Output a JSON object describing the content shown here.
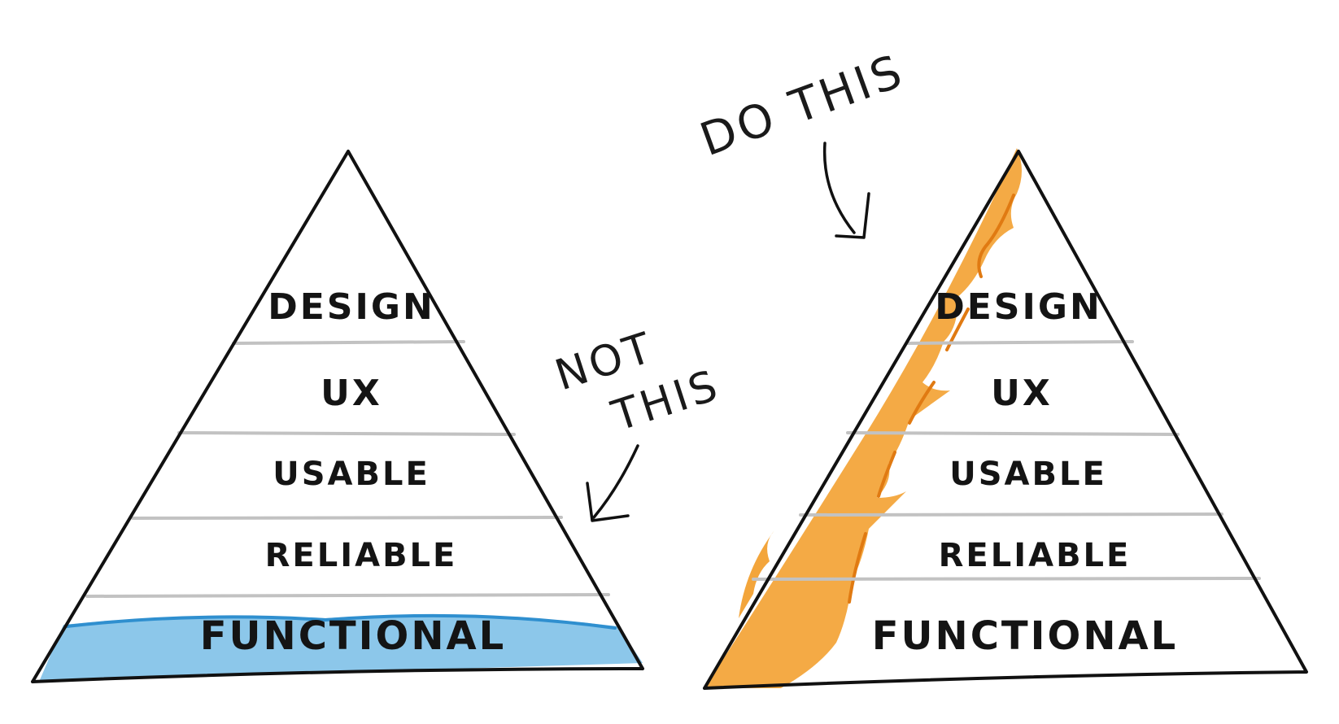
{
  "pyramids": [
    {
      "key": "left",
      "layers": [
        "DESIGN",
        "UX",
        "USABLE",
        "RELIABLE",
        "FUNCTIONAL"
      ]
    },
    {
      "key": "right",
      "layers": [
        "DESIGN",
        "UX",
        "USABLE",
        "RELIABLE",
        "FUNCTIONAL"
      ]
    }
  ],
  "annotations": {
    "not_this_line1": "NOT",
    "not_this_line2": "THIS",
    "do_this": "DO THIS"
  },
  "colors": {
    "water": "#7fc1e8",
    "water_edge": "#2f8fcf",
    "fire": "#f3a53b",
    "fire_edge": "#e07a12",
    "divider": "#c2c2c2",
    "ink": "#111111"
  }
}
